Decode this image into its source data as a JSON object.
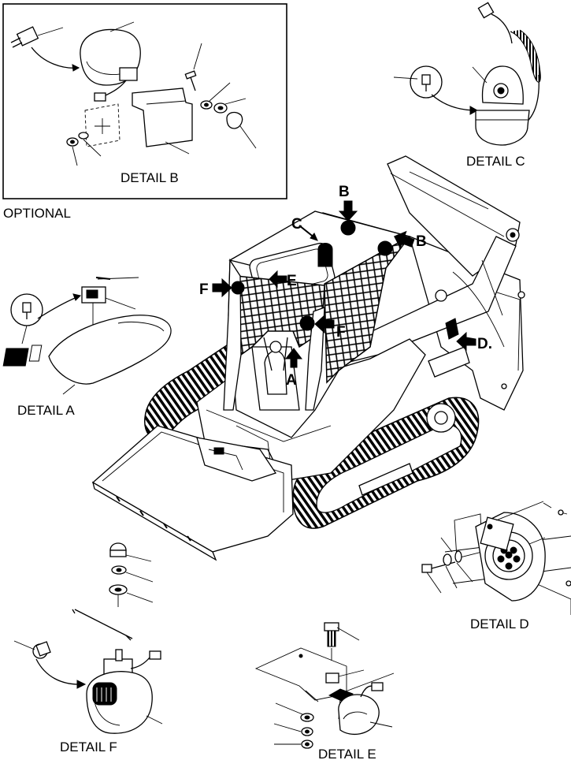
{
  "labels": {
    "optional": "OPTIONAL",
    "detail_a": "DETAIL A",
    "detail_b": "DETAIL B",
    "detail_c": "DETAIL C",
    "detail_d": "DETAIL D",
    "detail_e": "DETAIL E",
    "detail_f": "DETAIL F"
  },
  "callouts": {
    "a": "A",
    "b_top": "B",
    "b_right": "B",
    "c": "C",
    "d": "D.",
    "e": "E",
    "f_left": "F",
    "f_right": "F"
  }
}
